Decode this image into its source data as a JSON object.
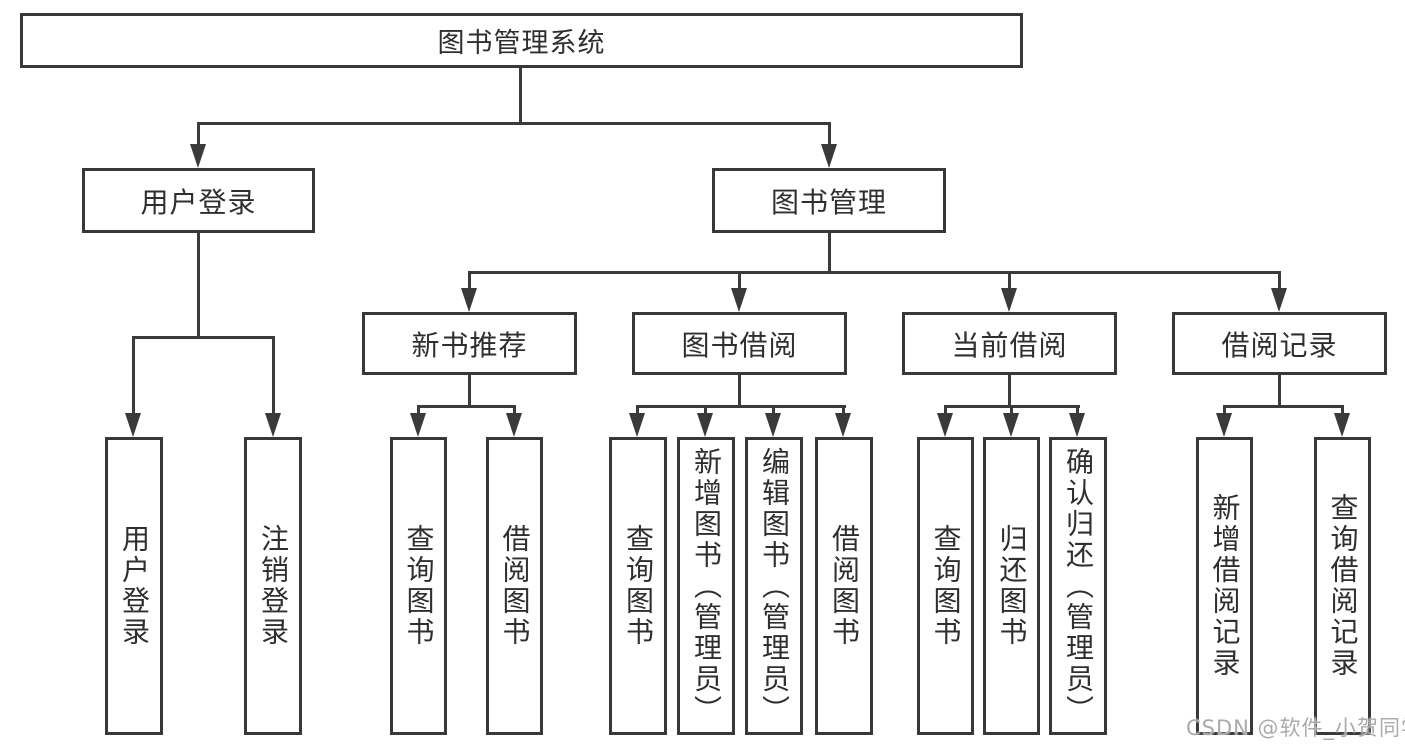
{
  "nodes": {
    "root": {
      "label": "图书管理系统"
    },
    "user_login": {
      "label": "用户登录"
    },
    "book_mgmt": {
      "label": "图书管理"
    },
    "new_book_rec": {
      "label": "新书推荐"
    },
    "book_borrow": {
      "label": "图书借阅"
    },
    "current_borrow": {
      "label": "当前借阅"
    },
    "borrow_records": {
      "label": "借阅记录"
    },
    "leaf_user_login": {
      "label": "用户登录"
    },
    "leaf_logout": {
      "label": "注销登录"
    },
    "leaf_nb_query": {
      "label": "查询图书"
    },
    "leaf_nb_borrow": {
      "label": "借阅图书"
    },
    "leaf_bb_query": {
      "label": "查询图书"
    },
    "leaf_bb_add": {
      "label": "新增图书（管理员）"
    },
    "leaf_bb_edit": {
      "label": "编辑图书（管理员）"
    },
    "leaf_bb_borrow": {
      "label": "借阅图书"
    },
    "leaf_cb_query": {
      "label": "查询图书"
    },
    "leaf_cb_return": {
      "label": "归还图书"
    },
    "leaf_cb_confirm": {
      "label": "确认归还（管理员）"
    },
    "leaf_br_add": {
      "label": "新增借阅记录"
    },
    "leaf_br_query": {
      "label": "查询借阅记录"
    }
  },
  "watermark": "CSDN @软件_小贺同学",
  "colors": {
    "line": "#3a3a3a",
    "border": "#383838",
    "text": "#2f2f2f",
    "watermark": "#ababab",
    "background": "#ffffff"
  }
}
